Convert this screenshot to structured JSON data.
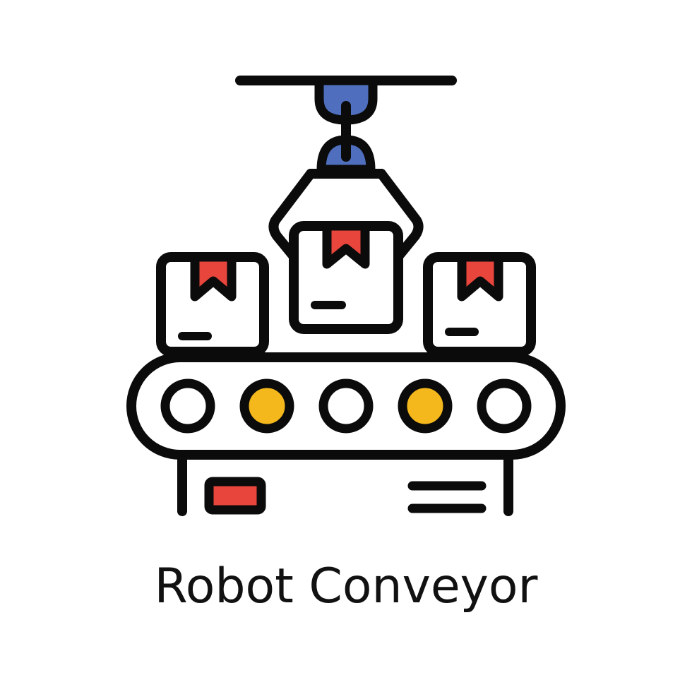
{
  "caption": "Robot Conveyor",
  "icon": {
    "name": "robot-conveyor-icon",
    "colors": {
      "stroke": "#0b0b0b",
      "fill_background": "#ffffff",
      "mount_blue": "#4f6fbe",
      "tape_red": "#e8453c",
      "roller_yellow": "#f4b81c",
      "panel_red": "#e8453c"
    },
    "rollers": [
      "white",
      "yellow",
      "white",
      "yellow",
      "white"
    ]
  }
}
